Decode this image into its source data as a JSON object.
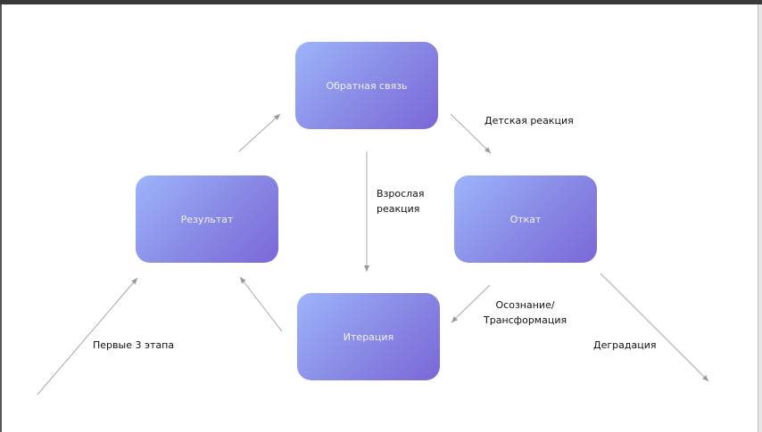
{
  "nodes": {
    "feedback": "Обратная связь",
    "result": "Результат",
    "rollback": "Откат",
    "iteration": "Итерация"
  },
  "labels": {
    "child_reaction": "Детская реакция",
    "adult_reaction_1": "Взрослая",
    "adult_reaction_2": "реакция",
    "awareness_1": "Осознание/",
    "awareness_2": "Трансформация",
    "first_stages": "Первые 3 этапа",
    "degradation": "Деградация"
  }
}
